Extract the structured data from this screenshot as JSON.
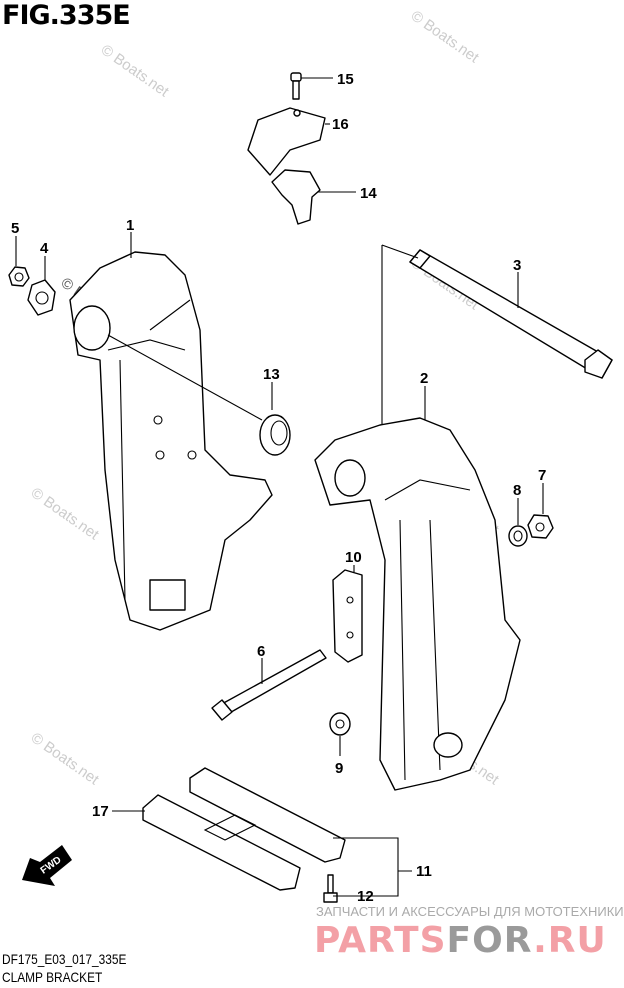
{
  "figure": {
    "title": "FIG.335E",
    "code": "DF175_E03_017_335E",
    "name": "CLAMP BRACKET"
  },
  "callouts": {
    "p1": "1",
    "p2": "2",
    "p3": "3",
    "p4": "4",
    "p5": "5",
    "p6": "6",
    "p7": "7",
    "p8": "8",
    "p9": "9",
    "p10": "10",
    "p11": "11",
    "p12": "12",
    "p13": "13",
    "p14": "14",
    "p15": "15",
    "p16": "16",
    "p17": "17"
  },
  "fwd_label": "FWD",
  "watermark": {
    "text": "© Boats.net",
    "ru_tagline": "ЗАПЧАСТИ И АКСЕССУАРЫ ДЛЯ МОТОТЕХНИКИ",
    "logo_a": "PARTS",
    "logo_b": "FOR",
    "logo_c": ".RU",
    "logo_red": "#f3a0a6",
    "logo_gray": "#9a9a9a"
  }
}
